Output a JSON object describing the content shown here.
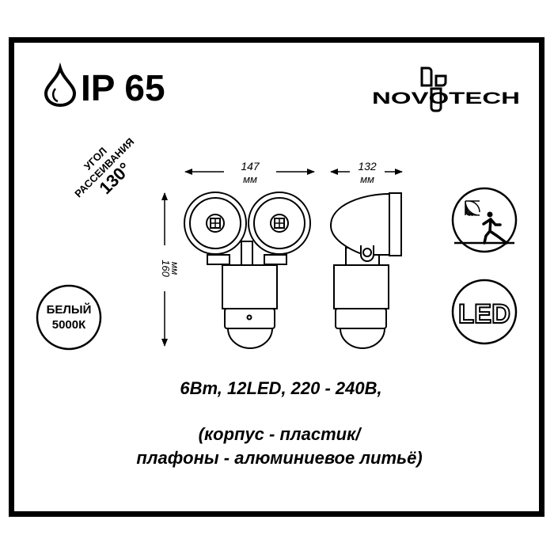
{
  "ip_rating": {
    "label": "IP 65",
    "icon": "water-drop-icon"
  },
  "brand": {
    "logo_text": "NOVOTECH"
  },
  "beam_angle": {
    "line1": "УГОЛ",
    "line2": "РАССЕИВАНИЯ",
    "value": "130°"
  },
  "dimensions": {
    "width": {
      "value": "147",
      "unit": "мм"
    },
    "depth": {
      "value": "132",
      "unit": "мм"
    },
    "height": {
      "value": "160",
      "unit": "мм"
    }
  },
  "color_temp_badge": {
    "line1": "БЕЛЫЙ",
    "line2": "5000К"
  },
  "feature_icons": [
    {
      "name": "motion-sensor-icon"
    },
    {
      "name": "led-icon",
      "label": "LED"
    }
  ],
  "specs": {
    "line1": "6Вт, 12LED, 220 - 240В,",
    "line2": "(корпус - пластик/",
    "line3": "плафоны - алюминиевое литьё)"
  },
  "colors": {
    "ink": "#000000",
    "background": "#ffffff"
  }
}
